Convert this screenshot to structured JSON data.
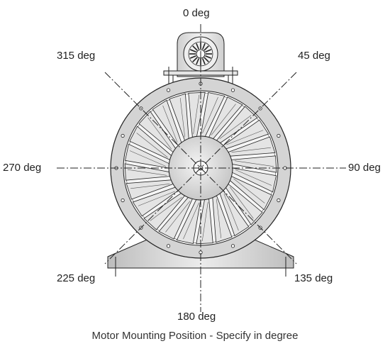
{
  "diagram": {
    "labels": {
      "deg_0": "0 deg",
      "deg_45": "45 deg",
      "deg_90": "90 deg",
      "deg_135": "135 deg",
      "deg_180": "180 deg",
      "deg_225": "225 deg",
      "deg_270": "270 deg",
      "deg_315": "315 deg"
    },
    "caption": "Motor Mounting Position -  Specify in degree",
    "blade_count": 24,
    "ring_bolt_count": 16,
    "colors": {
      "line": "#222222",
      "ring": "#d2d2d2",
      "ring_dark": "#9a9a9a",
      "blade": "#e4e4e4",
      "hub": "#d6d6d6",
      "base": "#c8c8c8",
      "motor": "#e0e0e0"
    }
  }
}
